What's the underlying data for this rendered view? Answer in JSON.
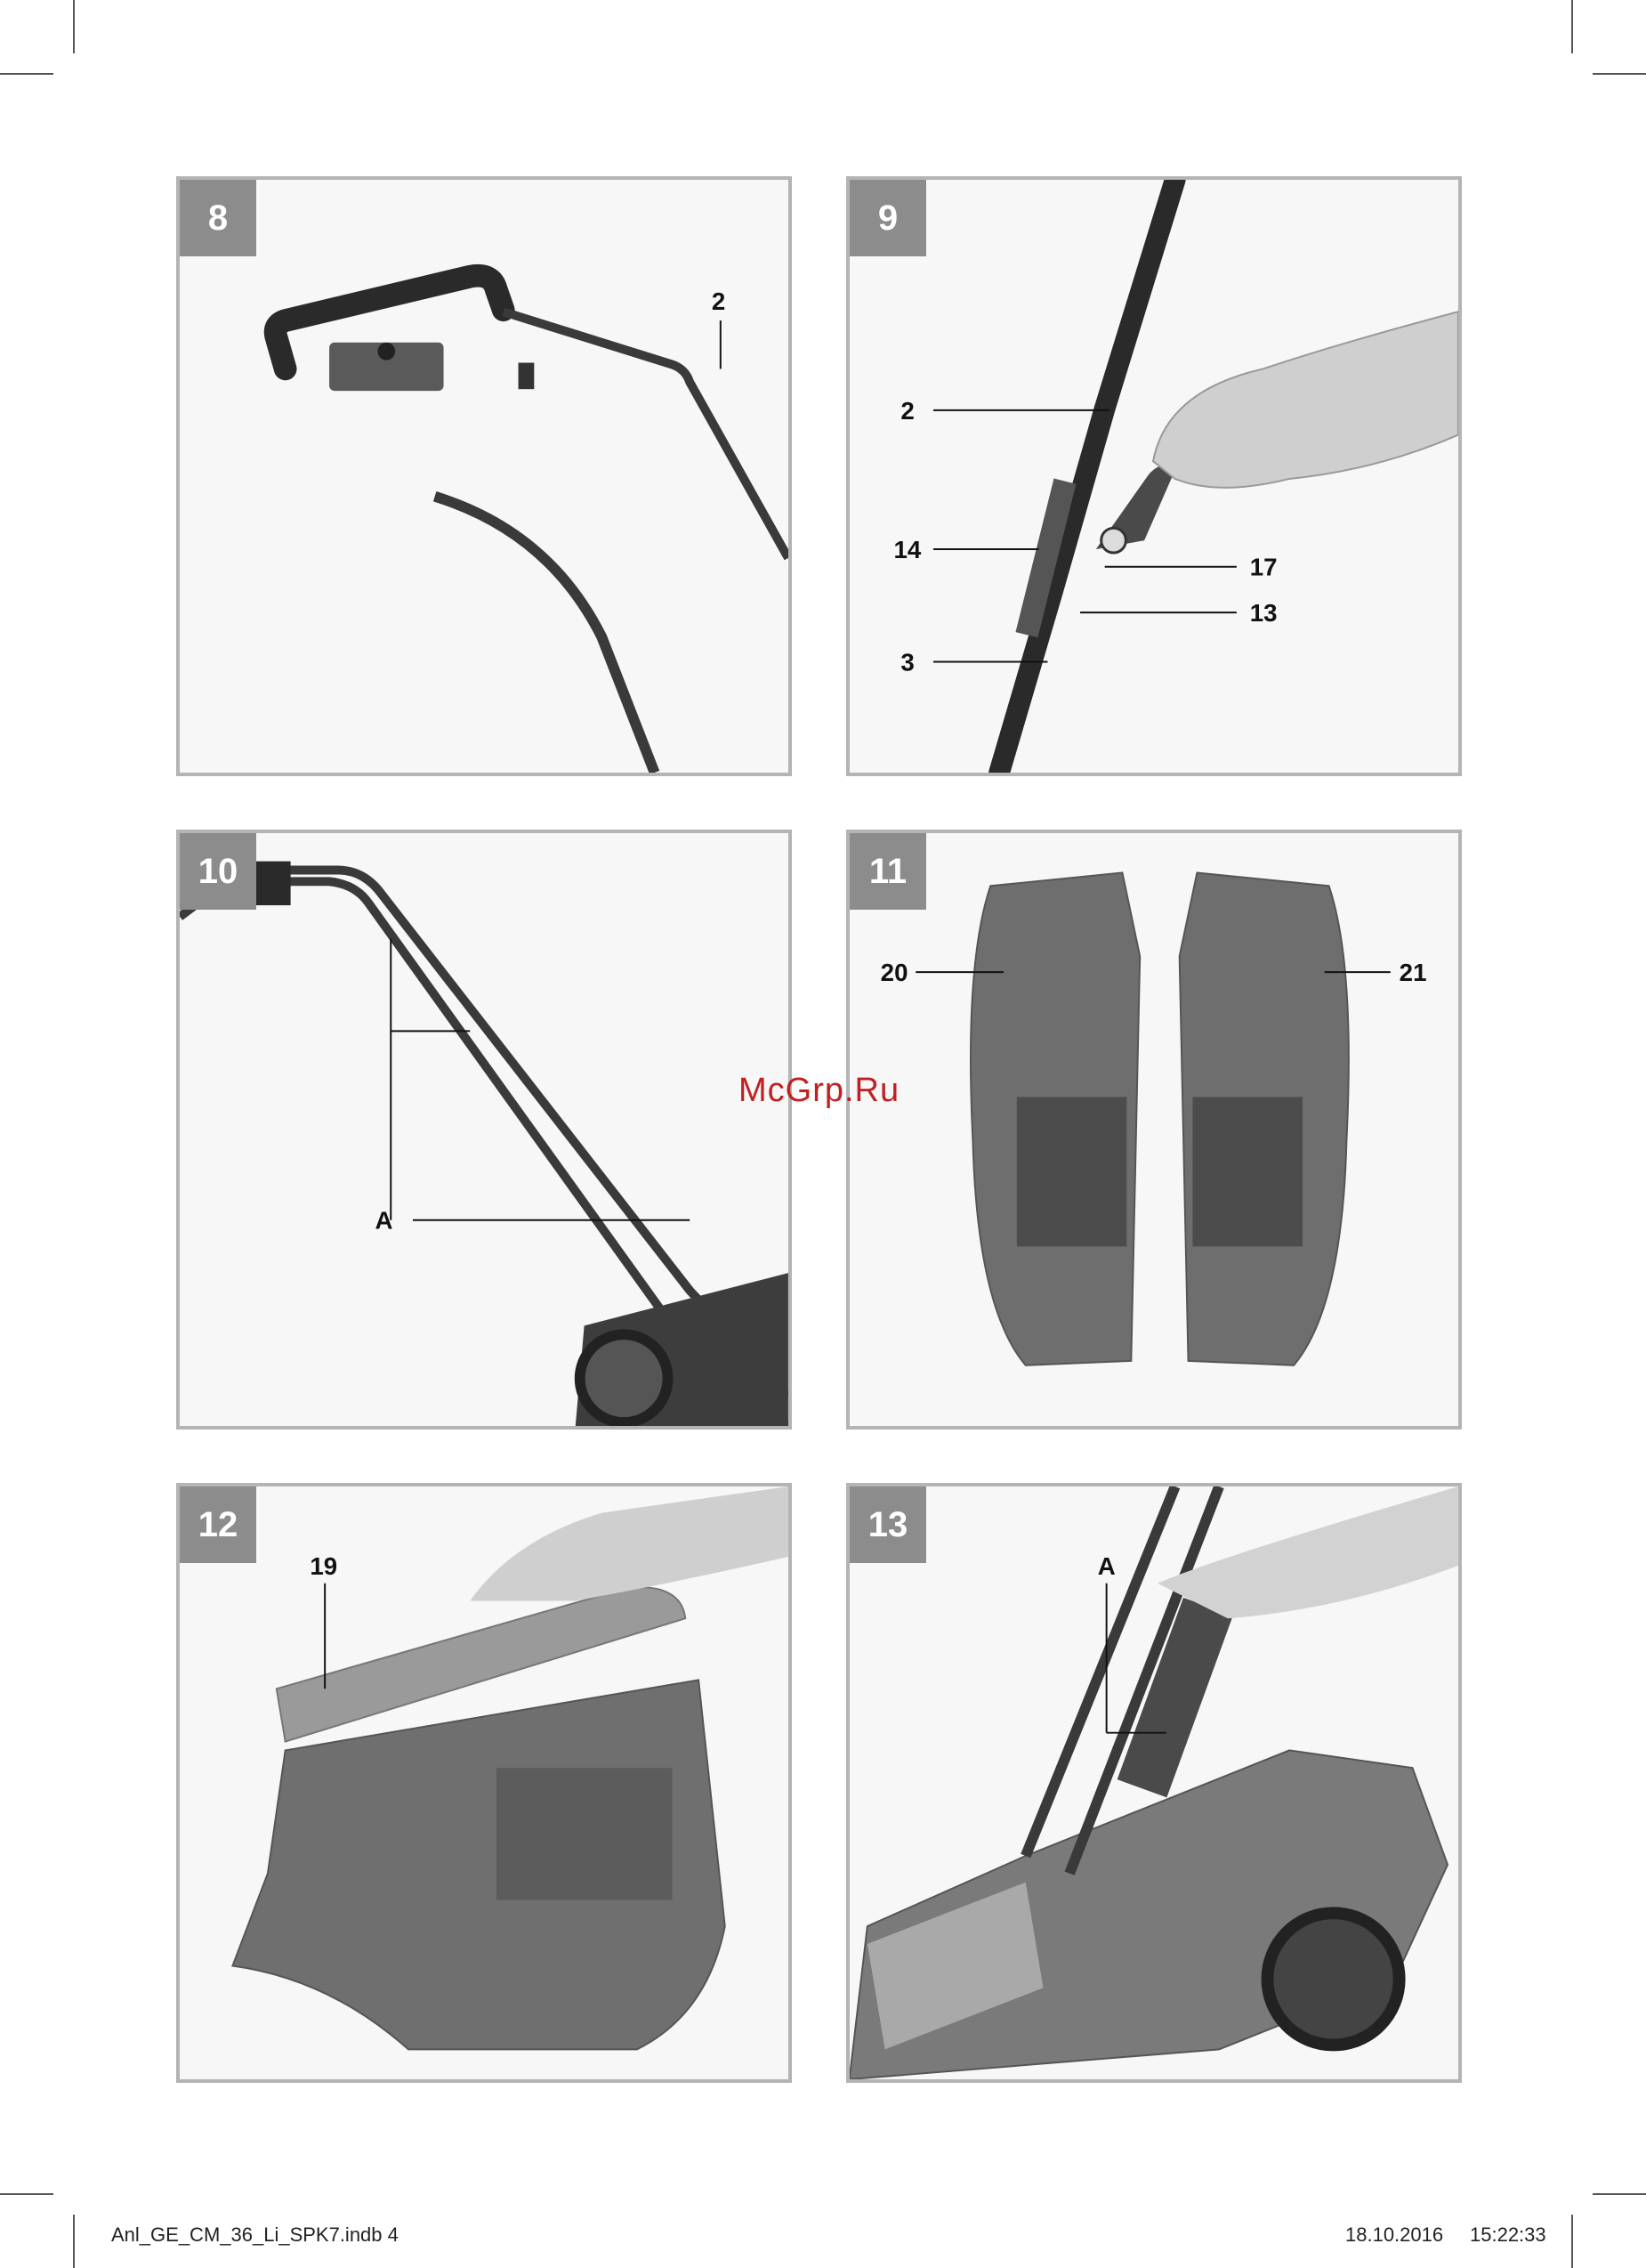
{
  "panels": [
    {
      "number": "8",
      "callouts": [
        "2"
      ]
    },
    {
      "number": "9",
      "callouts": [
        "2",
        "14",
        "17",
        "13",
        "3"
      ]
    },
    {
      "number": "10",
      "callouts": [
        "A"
      ]
    },
    {
      "number": "11",
      "callouts": [
        "20",
        "21"
      ]
    },
    {
      "number": "12",
      "callouts": [
        "19"
      ]
    },
    {
      "number": "13",
      "callouts": [
        "A"
      ]
    }
  ],
  "watermark": "McGrp.Ru",
  "footer": {
    "file": "Anl_GE_CM_36_Li_SPK7.indb  4",
    "date": "18.10.2016",
    "time": "15:22:33"
  }
}
